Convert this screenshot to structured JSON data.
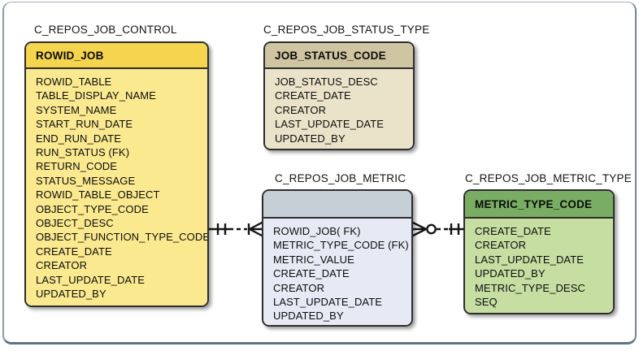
{
  "diagram": {
    "type": "entity-relationship",
    "entities": [
      {
        "label": "C_REPOS_JOB_CONTROL",
        "key": "ROWID_JOB",
        "header_color": "#F5D54E",
        "body_color": "#FAE98F",
        "fields": [
          "ROWID_TABLE",
          "TABLE_DISPLAY_NAME",
          "SYSTEM_NAME",
          "START_RUN_DATE",
          "END_RUN_DATE",
          "RUN_STATUS (FK)",
          "RETURN_CODE",
          "STATUS_MESSAGE",
          "ROWID_TABLE_OBJECT",
          "OBJECT_TYPE_CODE",
          "OBJECT_DESC",
          "OBJECT_FUNCTION_TYPE_CODE",
          "CREATE_DATE",
          "CREATOR",
          "LAST_UPDATE_DATE",
          "UPDATED_BY"
        ]
      },
      {
        "label": "C_REPOS_JOB_STATUS_TYPE",
        "key": "JOB_STATUS_CODE",
        "header_color": "#CFC5A0",
        "body_color": "#EAE3C9",
        "fields": [
          "JOB_STATUS_DESC",
          "CREATE_DATE",
          "CREATOR",
          "LAST_UPDATE_DATE",
          "UPDATED_BY"
        ]
      },
      {
        "label": "C_REPOS_JOB_METRIC",
        "key": "",
        "header_color": "#C6CED6",
        "body_color": "#E7EAF4",
        "fields": [
          "ROWID_JOB( FK)",
          "METRIC_TYPE_CODE (FK)",
          "METRIC_VALUE",
          "CREATE_DATE",
          "CREATOR",
          "LAST_UPDATE_DATE",
          "UPDATED_BY"
        ]
      },
      {
        "label": "C_REPOS_JOB_METRIC_TYPE",
        "key": "METRIC_TYPE_CODE",
        "header_color": "#79AD63",
        "body_color": "#C6DEA2",
        "fields": [
          "CREATE_DATE",
          "CREATOR",
          "LAST_UPDATE_DATE",
          "UPDATED_BY",
          "METRIC_TYPE_DESC",
          "SEQ"
        ]
      }
    ],
    "relationships": [
      {
        "parent": "C_REPOS_JOB_CONTROL",
        "child": "C_REPOS_JOB_METRIC",
        "parent_cardinality": "exactly one (||)",
        "child_cardinality": "one or more (| crow's foot)",
        "line_style": "dashed"
      },
      {
        "parent": "C_REPOS_JOB_METRIC_TYPE",
        "child": "C_REPOS_JOB_METRIC",
        "parent_cardinality": "exactly one (||)",
        "child_cardinality": "zero or more (circle + crow's foot)",
        "line_style": "dashed"
      }
    ],
    "line_color": "#141414",
    "table_border_color": "#2d2d2d",
    "frame_border_color": "#72849a"
  }
}
